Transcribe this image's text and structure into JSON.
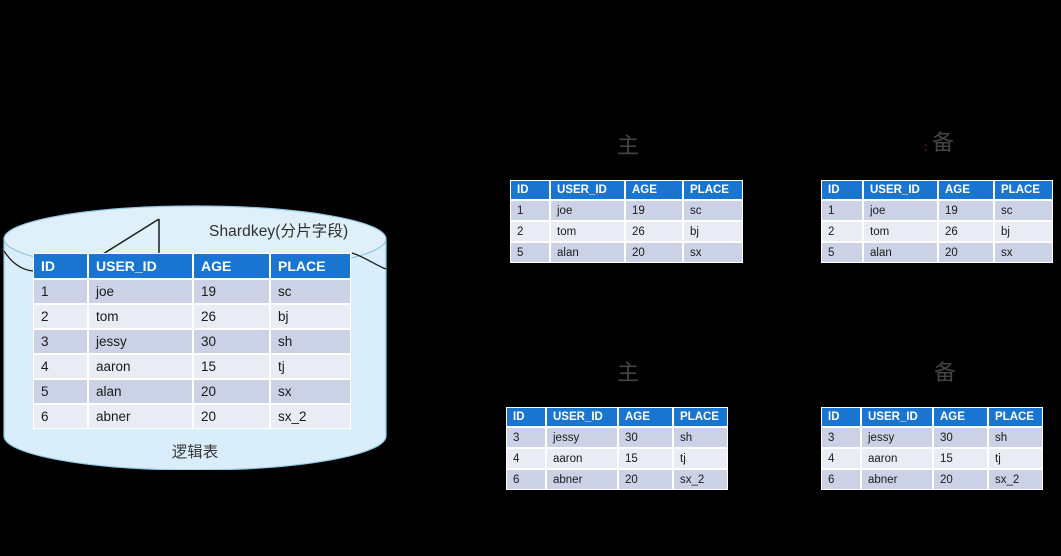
{
  "background_color": "#000000",
  "accent_color": "#1a75d1",
  "logical": {
    "shardkey_label": "Shardkey(分片字段)",
    "caption": "逻辑表",
    "cylinder_fill": "#d9eefa",
    "cylinder_stroke": "#8fc7e3",
    "columns": [
      "ID",
      "USER_ID",
      "AGE",
      "PLACE"
    ],
    "rows": [
      [
        "1",
        "joe",
        "19",
        "sc"
      ],
      [
        "2",
        "tom",
        "26",
        "bj"
      ],
      [
        "3",
        "jessy",
        "30",
        "sh"
      ],
      [
        "4",
        "aaron",
        "15",
        "tj"
      ],
      [
        "5",
        "alan",
        "20",
        "sx"
      ],
      [
        "6",
        "abner",
        "20",
        "sx_2"
      ]
    ]
  },
  "shards": [
    {
      "title": "主",
      "columns": [
        "ID",
        "USER_ID",
        "AGE",
        "PLACE"
      ],
      "rows": [
        [
          "1",
          "joe",
          "19",
          "sc"
        ],
        [
          "2",
          "tom",
          "26",
          "bj"
        ],
        [
          "5",
          "alan",
          "20",
          "sx"
        ]
      ]
    },
    {
      "title": "备",
      "columns": [
        "ID",
        "USER_ID",
        "AGE",
        "PLACE"
      ],
      "rows": [
        [
          "1",
          "joe",
          "19",
          "sc"
        ],
        [
          "2",
          "tom",
          "26",
          "bj"
        ],
        [
          "5",
          "alan",
          "20",
          "sx"
        ]
      ]
    },
    {
      "title": "主",
      "columns": [
        "ID",
        "USER_ID",
        "AGE",
        "PLACE"
      ],
      "rows": [
        [
          "3",
          "jessy",
          "30",
          "sh"
        ],
        [
          "4",
          "aaron",
          "15",
          "tj"
        ],
        [
          "6",
          "abner",
          "20",
          "sx_2"
        ]
      ]
    },
    {
      "title": "备",
      "columns": [
        "ID",
        "USER_ID",
        "AGE",
        "PLACE"
      ],
      "rows": [
        [
          "3",
          "jessy",
          "30",
          "sh"
        ],
        [
          "4",
          "aaron",
          "15",
          "tj"
        ],
        [
          "6",
          "abner",
          "20",
          "sx_2"
        ]
      ]
    }
  ]
}
